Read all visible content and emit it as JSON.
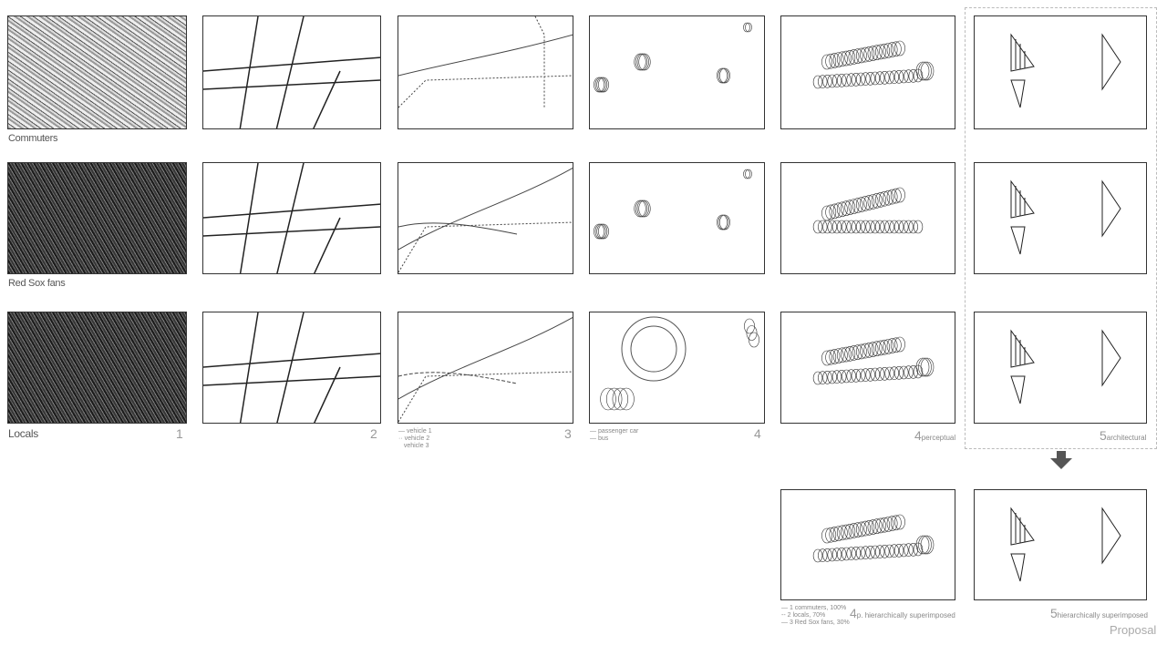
{
  "rows": [
    {
      "label": "Commuters"
    },
    {
      "label": "Red Sox fans"
    },
    {
      "label": "Locals"
    }
  ],
  "column_numbers": [
    "1",
    "2",
    "3",
    "4"
  ],
  "legend_vehicles": [
    "vehicle 1",
    "vehicle 2",
    "vehicle 3"
  ],
  "legend_transport": [
    "passenger car",
    "bus"
  ],
  "caption_perceptual": {
    "num": "4",
    "text": "perceptual"
  },
  "caption_architectural": {
    "num": "5",
    "text": "architectural"
  },
  "legend_groups": [
    "1 commuters, 100%",
    "2 locals, 70%",
    "3 Red Sox fans, 30%"
  ],
  "caption_p_super": {
    "num": "4",
    "text": "p. hierarchically superimposed"
  },
  "caption_super": {
    "num": "5",
    "text": "hierarchically superimposed"
  },
  "proposal": "Proposal"
}
